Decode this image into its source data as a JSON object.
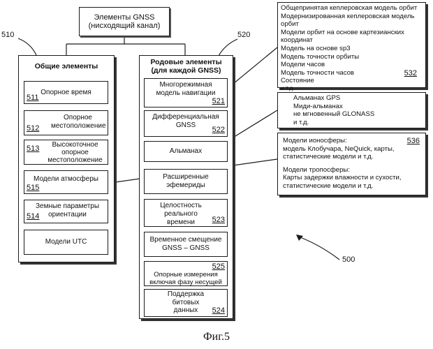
{
  "top_box": {
    "line1": "Элементы GNSS",
    "line2": "(нисходящий канал)"
  },
  "refs": {
    "left_group": "510",
    "right_group": "520",
    "diagram": "500"
  },
  "left_group": {
    "title": "Общие элементы",
    "items": [
      {
        "text": "Опорное время",
        "num": "511"
      },
      {
        "text": "Опорное местоположение",
        "num": "512"
      },
      {
        "text": "Высокоточное опорное местоположение",
        "num": "513"
      },
      {
        "text": "Модели атмосферы",
        "num": "515"
      },
      {
        "text": "Земные параметры ориентации",
        "num": "514"
      },
      {
        "text": "Модели UTC",
        "num": ""
      }
    ]
  },
  "right_group": {
    "title_line1": "Родовые элементы",
    "title_line2": "(для каждой GNSS)",
    "items": [
      {
        "text": "Многорежимная модель навигации",
        "num": "521"
      },
      {
        "text": "Дифференциальная GNSS",
        "num": "522"
      },
      {
        "text": "Альманах",
        "num": ""
      },
      {
        "text": "Расширенные эфемериды",
        "num": ""
      },
      {
        "text": "Целостность реального времени",
        "num": "523"
      },
      {
        "text": "Временное смещение GNSS – GNSS",
        "num": ""
      },
      {
        "text": "Опорные измерения включая фазу несущей",
        "num": "525"
      },
      {
        "text": "Поддержка битовых данных",
        "num": "524"
      }
    ]
  },
  "ann_532": {
    "lines": [
      "Общепринятая кеплеровская модель орбит",
      "Модернизированная кеплеровская модель",
      "орбит",
      "Модели орбит на основе картезианских",
      "координат",
      "Модель на основе sp3",
      "Модель точности орбиты",
      "Модели часов",
      "Модель точности часов",
      "Состояние",
      "и т.д."
    ],
    "num": "532"
  },
  "ann_almanac": {
    "lines": [
      "Альманах GPS",
      "Миди-альманах",
      "не мгновенный GLONASS",
      "и т.д."
    ]
  },
  "ann_536": {
    "lines": [
      "Модели ионосферы:",
      "модель Клобучара, NeQuick, карты,",
      "статистические модели и т.д.",
      "",
      "Модели тропосферы:",
      "Карты задержки влажности и сухости,",
      "статистические модели и т.д."
    ],
    "num": "536"
  },
  "caption": "Фиг.5"
}
